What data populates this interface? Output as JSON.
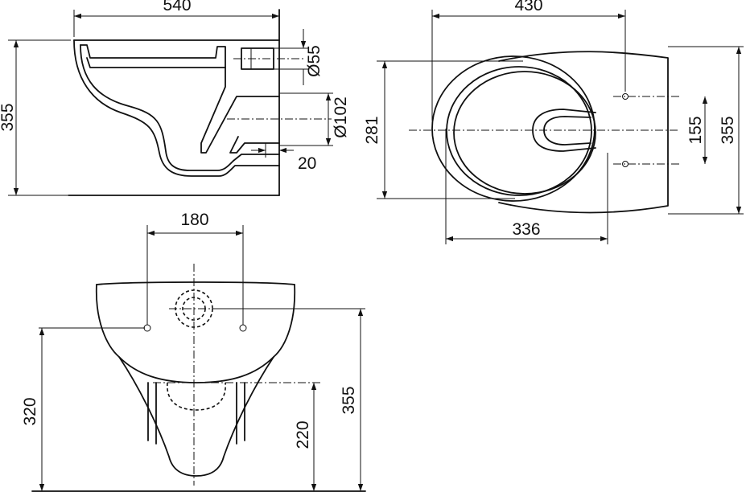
{
  "side_view": {
    "width": "540",
    "height": "355",
    "inlet_diameter": "Ø55",
    "outlet_diameter": "Ø102",
    "outlet_offset": "20"
  },
  "top_view": {
    "overall_length": "430",
    "bowl_width": "281",
    "bowl_length": "336",
    "bolt_spacing": "155",
    "overall_width": "355"
  },
  "front_view": {
    "bolt_spacing": "180",
    "bolt_height": "320",
    "outlet_height": "220",
    "overall_height": "355"
  }
}
